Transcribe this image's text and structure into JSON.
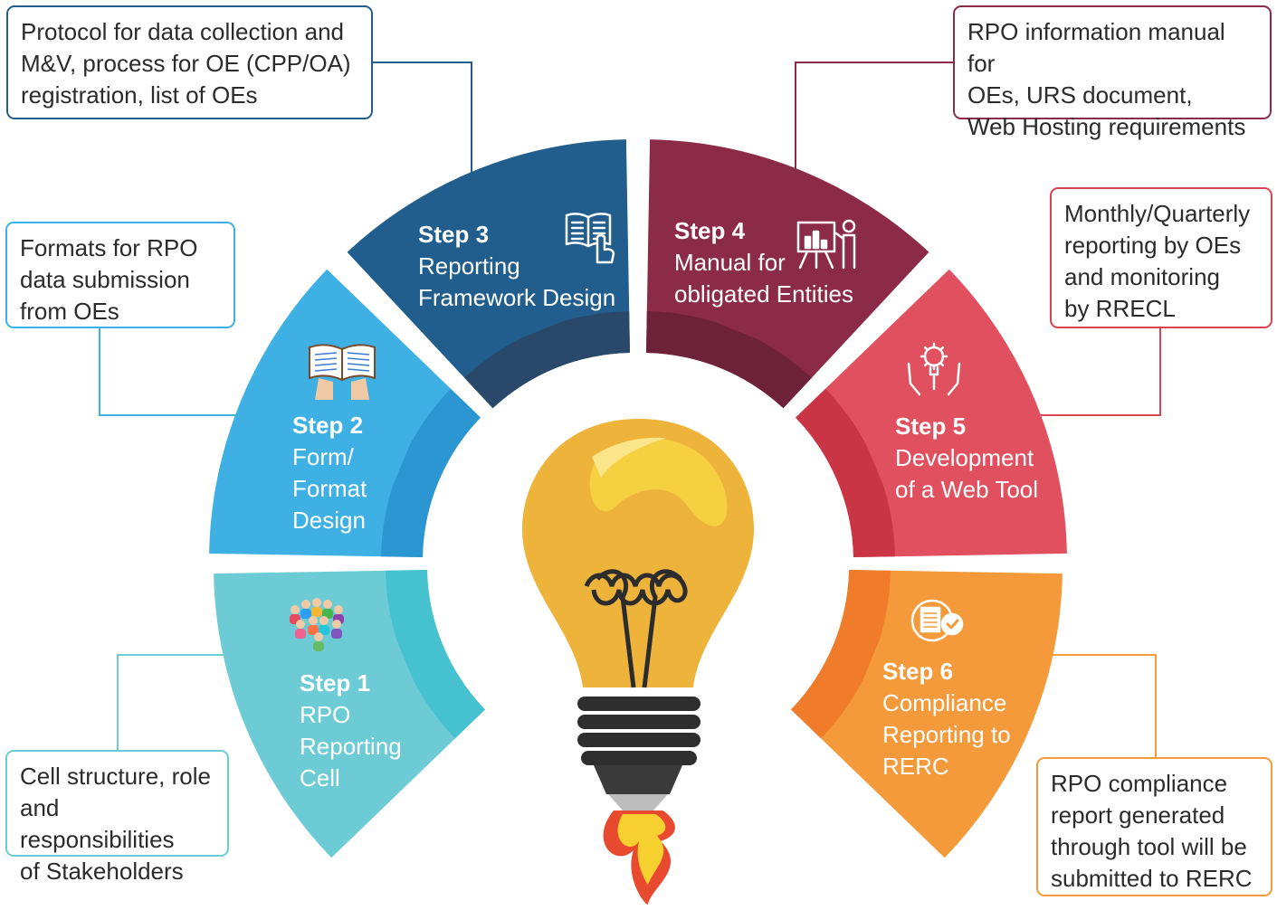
{
  "steps": [
    {
      "step": "Step 1",
      "name": "RPO\nReporting\nCell",
      "color": "#6dcbd6",
      "inner": "#45c1cf",
      "icon": "people-group-icon"
    },
    {
      "step": "Step 2",
      "name": "Form/\nFormat\nDesign",
      "color": "#3fb0e4",
      "inner": "#2b96d2",
      "icon": "open-book-hands-icon"
    },
    {
      "step": "Step 3",
      "name": "Reporting\nFramework Design",
      "color": "#215e8d",
      "inner": "#2a496a",
      "icon": "book-touch-icon"
    },
    {
      "step": "Step 4",
      "name": "Manual for\nobligated Entities",
      "color": "#8c2b47",
      "inner": "#6e2239",
      "icon": "presentation-board-icon"
    },
    {
      "step": "Step 5",
      "name": "Development\nof a Web Tool",
      "color": "#e0505e",
      "inner": "#c93545",
      "icon": "gear-bulb-hands-icon"
    },
    {
      "step": "Step 6",
      "name": "Compliance\nReporting to\nRERC",
      "color": "#f49a3a",
      "inner": "#ef7b2b",
      "icon": "checked-document-icon"
    }
  ],
  "callouts": [
    {
      "text": "Cell structure, role\nand responsibilities\nof Stakeholders",
      "color": "#6dcbd6"
    },
    {
      "text": "Formats for RPO\ndata submission\nfrom OEs",
      "color": "#3fb0e4"
    },
    {
      "text": "Protocol for data collection and\nM&V, process for OE (CPP/OA)\nregistration, list of OEs",
      "color": "#215e8d"
    },
    {
      "text": "RPO information manual for\nOEs, URS document,\nWeb Hosting requirements",
      "color": "#8c2b47"
    },
    {
      "text": "Monthly/Quarterly\nreporting by OEs\nand monitoring\nby RRECL",
      "color": "#d94452"
    },
    {
      "text": "RPO compliance\nreport generated\nthrough tool will be\nsubmitted to RERC",
      "color": "#f49a3a"
    }
  ],
  "center": {
    "icon": "lightbulb-rocket-icon"
  }
}
